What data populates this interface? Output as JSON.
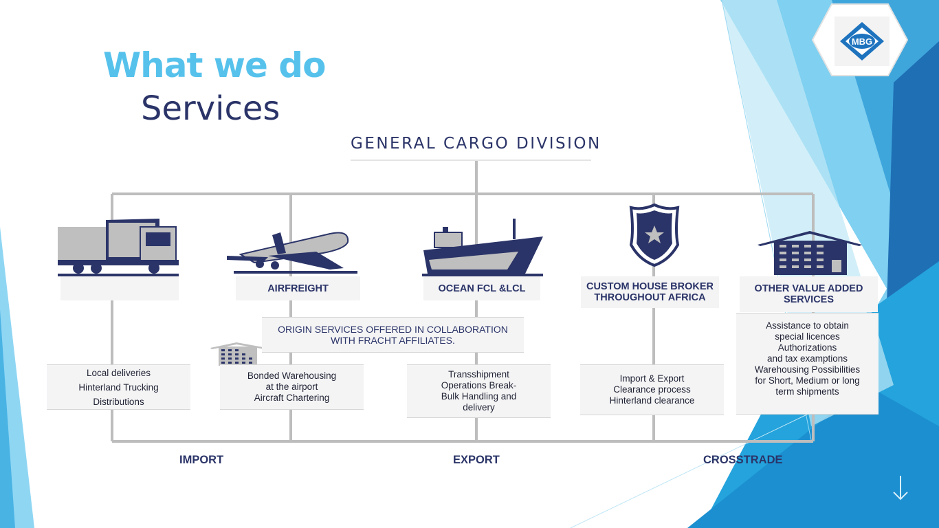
{
  "title": {
    "line1": "What we do",
    "line2": "Services"
  },
  "division": "GENERAL CARGO DIVISION",
  "logo": {
    "text": "MBG"
  },
  "services": [
    {
      "label": "",
      "icon": "truck-icon"
    },
    {
      "label": "AIRFREIGHT",
      "icon": "airplane-icon"
    },
    {
      "label": "OCEAN FCL &LCL",
      "icon": "ship-icon"
    },
    {
      "label": "CUSTOM HOUSE BROKER\nTHROUGHOUT AFRICA",
      "icon": "police-badge-icon"
    },
    {
      "label": "OTHER VALUE ADDED\nSERVICES",
      "icon": "warehouse-icon"
    }
  ],
  "origin_services": "ORIGIN SERVICES OFFERED IN COLLABORATION\nWITH FRACHT AFFILIATES.",
  "details": [
    "Local deliveries\nHinterland Trucking\nDistributions",
    "Bonded Warehousing\nat the airport\nAircraft Chartering",
    "Transshipment\nOperations Break-\nBulk Handling and\ndelivery",
    "Import & Export\nClearance process\nHinterland clearance",
    "Assistance to obtain\nspecial licences\nAuthorizations\nand tax examptions\nWarehousing Possibilities\nfor Short, Medium or long\nterm shipments"
  ],
  "bottom_labels": [
    "IMPORT",
    "EXPORT",
    "CROSSTRADE"
  ],
  "colors": {
    "navy": "#2b3468",
    "accent": "#56c2ec",
    "connector": "#bdbdbd"
  }
}
